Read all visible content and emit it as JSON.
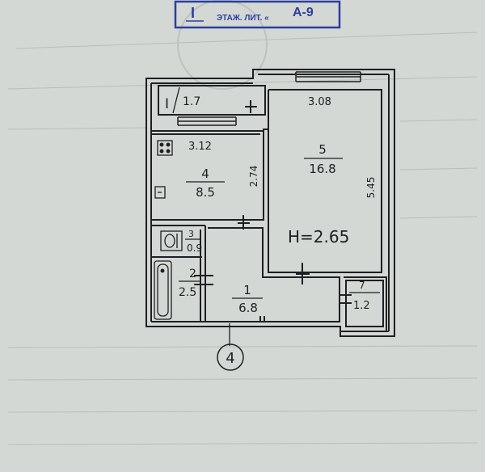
{
  "stamp": {
    "floor": "I",
    "text": "ЭТАЖ. ЛИТ. «",
    "liter": "А-9"
  },
  "rooms": [
    {
      "id": "balcony",
      "number": "I",
      "area": "1.7"
    },
    {
      "id": "kitchen",
      "number": "4",
      "area": "8.5",
      "width": "3.12",
      "length": "2.74"
    },
    {
      "id": "living",
      "number": "5",
      "area": "16.8",
      "width": "3.08",
      "length": "5.45"
    },
    {
      "id": "toilet",
      "number": "3",
      "area": "0.9"
    },
    {
      "id": "bath",
      "number": "2",
      "area": "2.5"
    },
    {
      "id": "hall",
      "number": "1",
      "area": "6.8"
    },
    {
      "id": "closet",
      "number": "7",
      "area": "1.2"
    }
  ],
  "ceiling_height": "H=2.65",
  "apartment_number": "4",
  "colors": {
    "paper": "#d3d8d4",
    "ink": "#1e1f22",
    "stamp": "#2c3f9c"
  }
}
